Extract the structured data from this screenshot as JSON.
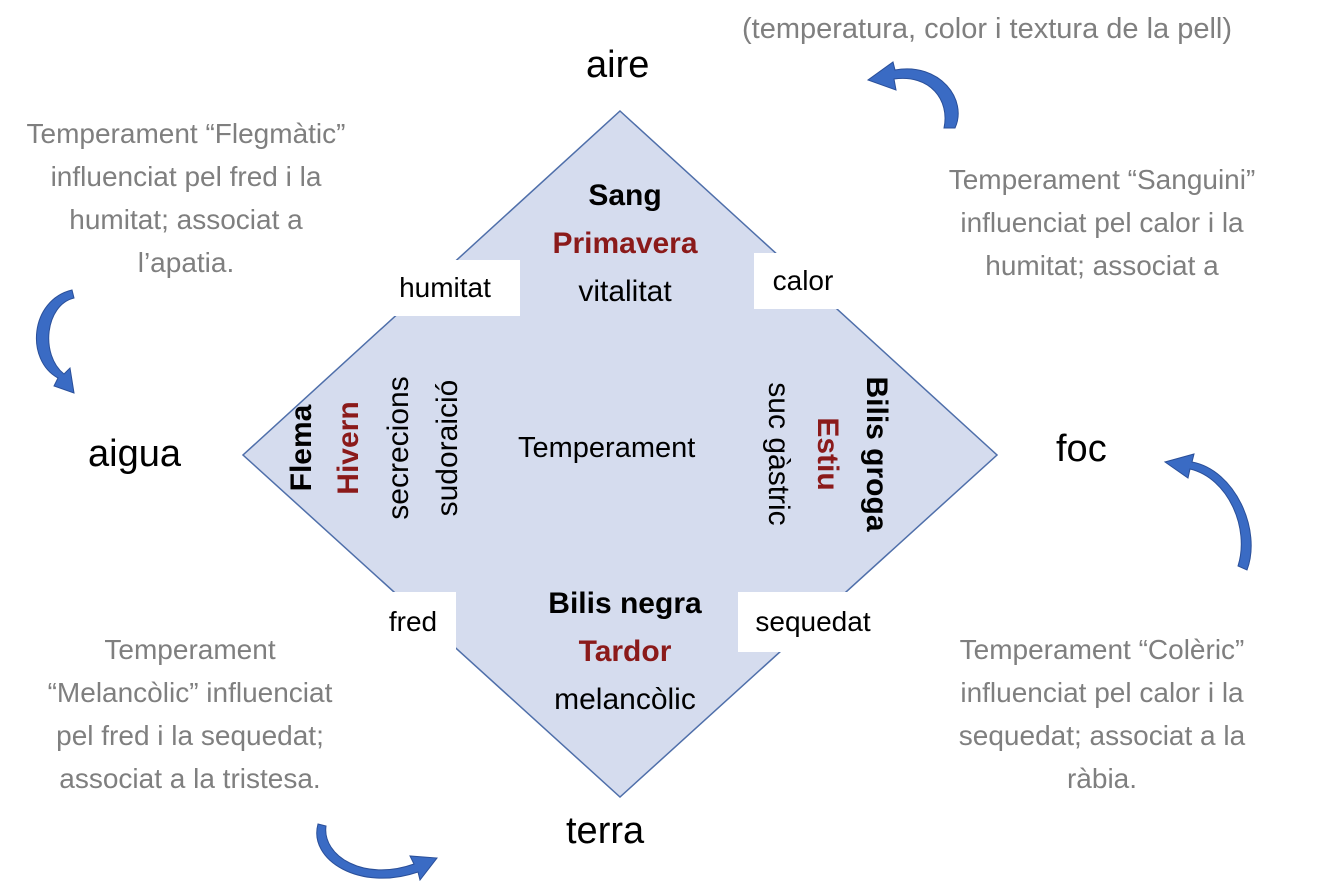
{
  "elements": {
    "top": "aire",
    "left": "aigua",
    "right": "foc",
    "bottom": "terra"
  },
  "center": "Temperament",
  "qualities": {
    "top_left": "humitat",
    "top_right": "calor",
    "bottom_left": "fred",
    "bottom_right": "sequedat"
  },
  "humors": {
    "top": {
      "humor": "Sang",
      "season": "Primavera",
      "trait": "vitalitat"
    },
    "left": {
      "humor": "Flema",
      "season": "Hivern",
      "trait": "secrecions",
      "trait2": "sudoraició"
    },
    "right": {
      "humor": "Bilis groga",
      "season": "Estiu",
      "trait": "suc gàstric"
    },
    "bottom": {
      "humor": "Bilis negra",
      "season": "Tardor",
      "trait": "melancòlic"
    }
  },
  "notes": {
    "top": "(temperatura, color i textura de la pell)",
    "flegmatic": [
      "Temperament “Flegmàtic”",
      "influenciat pel fred i la",
      "humitat; associat a",
      "l’apatia."
    ],
    "sanguini": [
      "Temperament “Sanguini”",
      "influenciat pel calor i la",
      "humitat; associat a"
    ],
    "melancolic": [
      "Temperament",
      "“Melancòlic” influenciat",
      "pel fred i la sequedat;",
      "associat a la tristesa."
    ],
    "coleric": [
      "Temperament “Colèric”",
      "influenciat pel calor i la",
      "sequedat; associat a la",
      "ràbia."
    ]
  },
  "colors": {
    "diamond_fill": "#d5dcee",
    "diamond_stroke": "#4f6faa",
    "season_red": "#8b1a1a",
    "note_gray": "#7f7f7f",
    "arrow_blue": "#3a6bc4"
  }
}
